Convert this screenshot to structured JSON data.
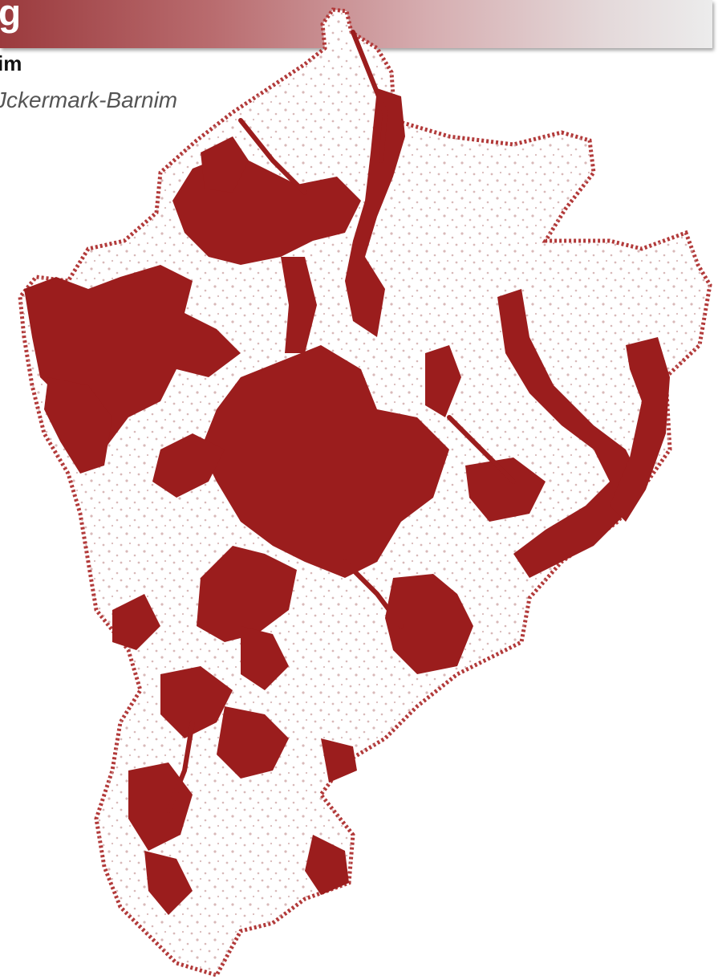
{
  "header": {
    "title": "g"
  },
  "subtitle": {
    "bold": "im",
    "italic": "Jckermark-Barnim"
  },
  "map": {
    "fill_color": "#9b1d1d",
    "outline_color": "#b23a3a",
    "speckle_color": "#c79a9a",
    "background_color": "#ffffff"
  }
}
